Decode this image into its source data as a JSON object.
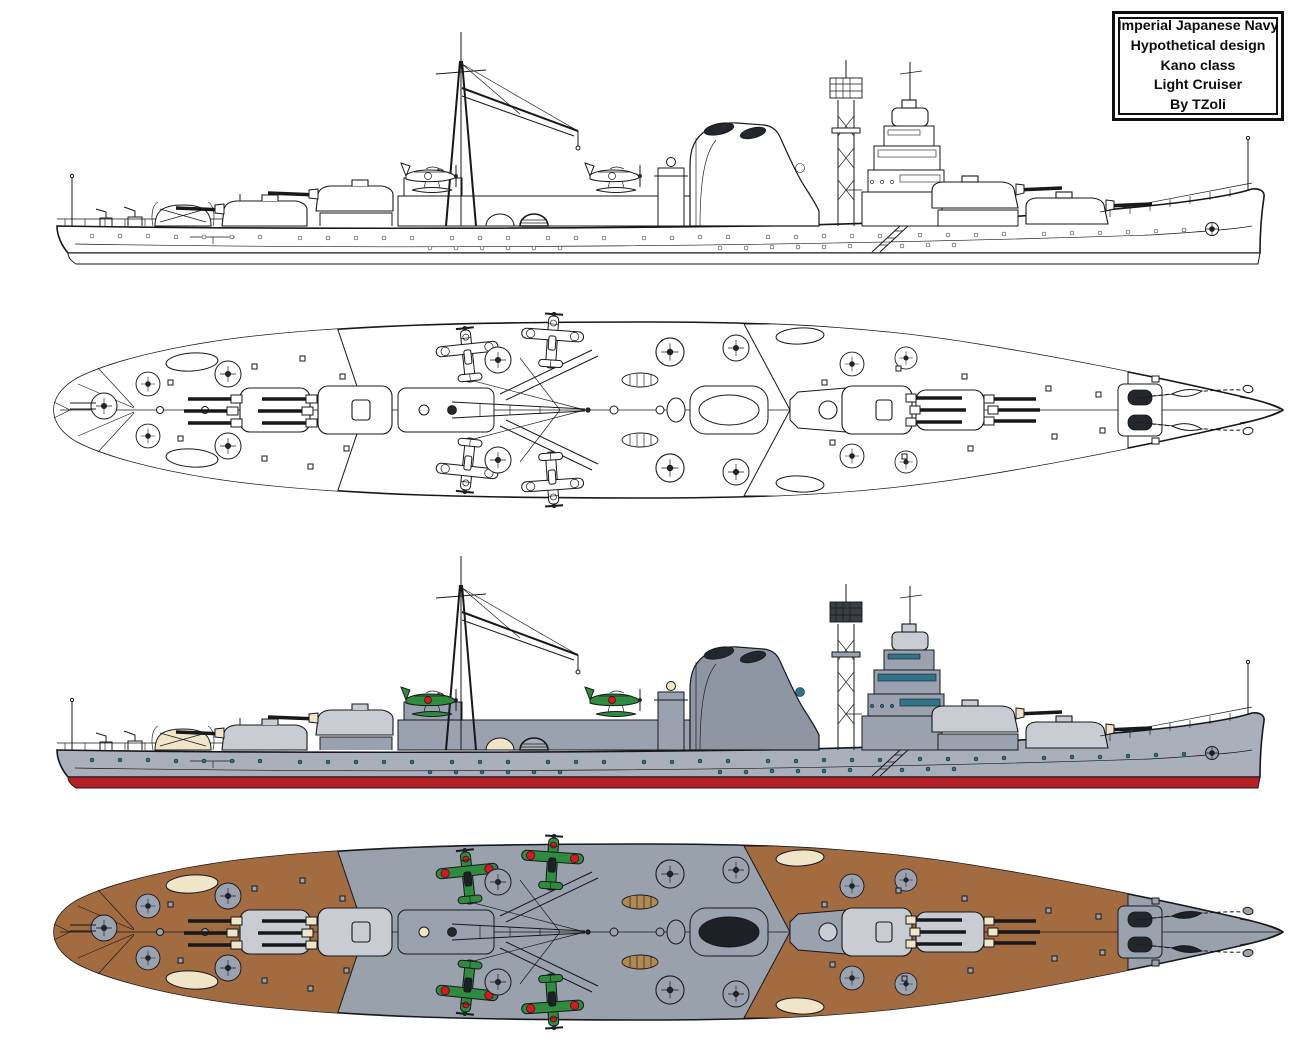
{
  "title_box": {
    "lines": [
      "Imperial Japanese Navy",
      "Hypothetical design",
      "Kano class",
      "Light Cruiser",
      "By TZoli"
    ]
  },
  "palette": {
    "hull": "#A9B0BC",
    "turret": "#C9CDD3",
    "super": "#9AA2AF",
    "funnel": "#8E96A3",
    "red": "#B51F26",
    "porthole": "#2F7488",
    "wood": "#A26B40",
    "metal": "#99A1AD",
    "canvas": "#F0E5C9",
    "green": "#2F8C3F",
    "roundel": "#DE1420",
    "boatwood": "#B08A50",
    "dark": "#23262B",
    "hole": "#1D2025",
    "radar": "#3A3F46",
    "line": "#16181C",
    "bg": "#FFFFFF"
  }
}
